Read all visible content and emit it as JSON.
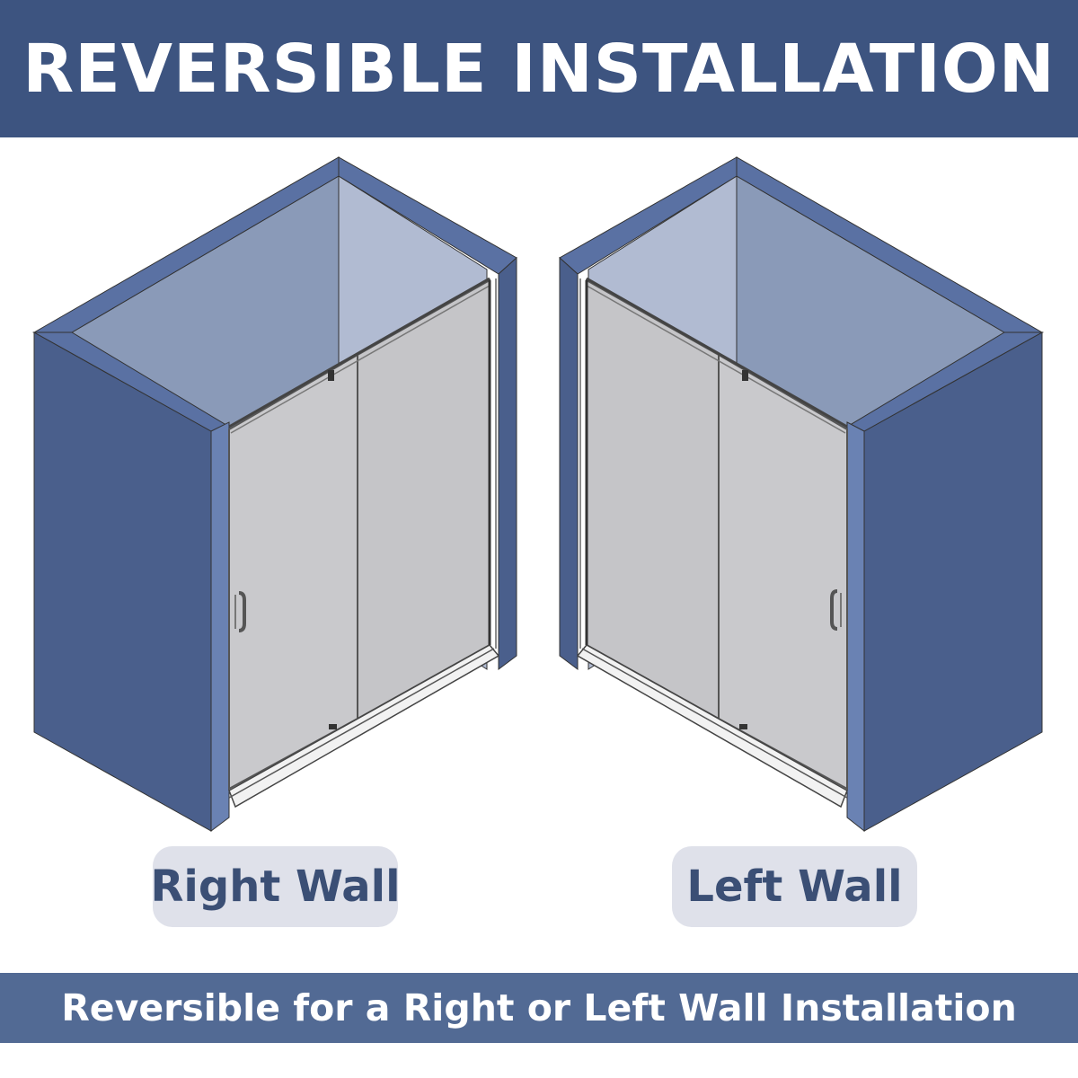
{
  "header": {
    "title": "REVERSIBLE INSTALLATION"
  },
  "panels": [
    {
      "label": "Right Wall"
    },
    {
      "label": "Left Wall"
    }
  ],
  "footer": {
    "text": "Reversible for a Right or Left Wall Installation"
  },
  "colors": {
    "header_bg": "#3d5480",
    "footer_bg": "#526a94",
    "wall_front": "#4a5f8c",
    "wall_top": "#5a71a3",
    "inner_back": "#b1bbd2",
    "inner_side": "#8a9ab8",
    "glass": "#c9c9cc",
    "label_bg": "#dfe1ea",
    "label_text": "#3b4f75"
  }
}
